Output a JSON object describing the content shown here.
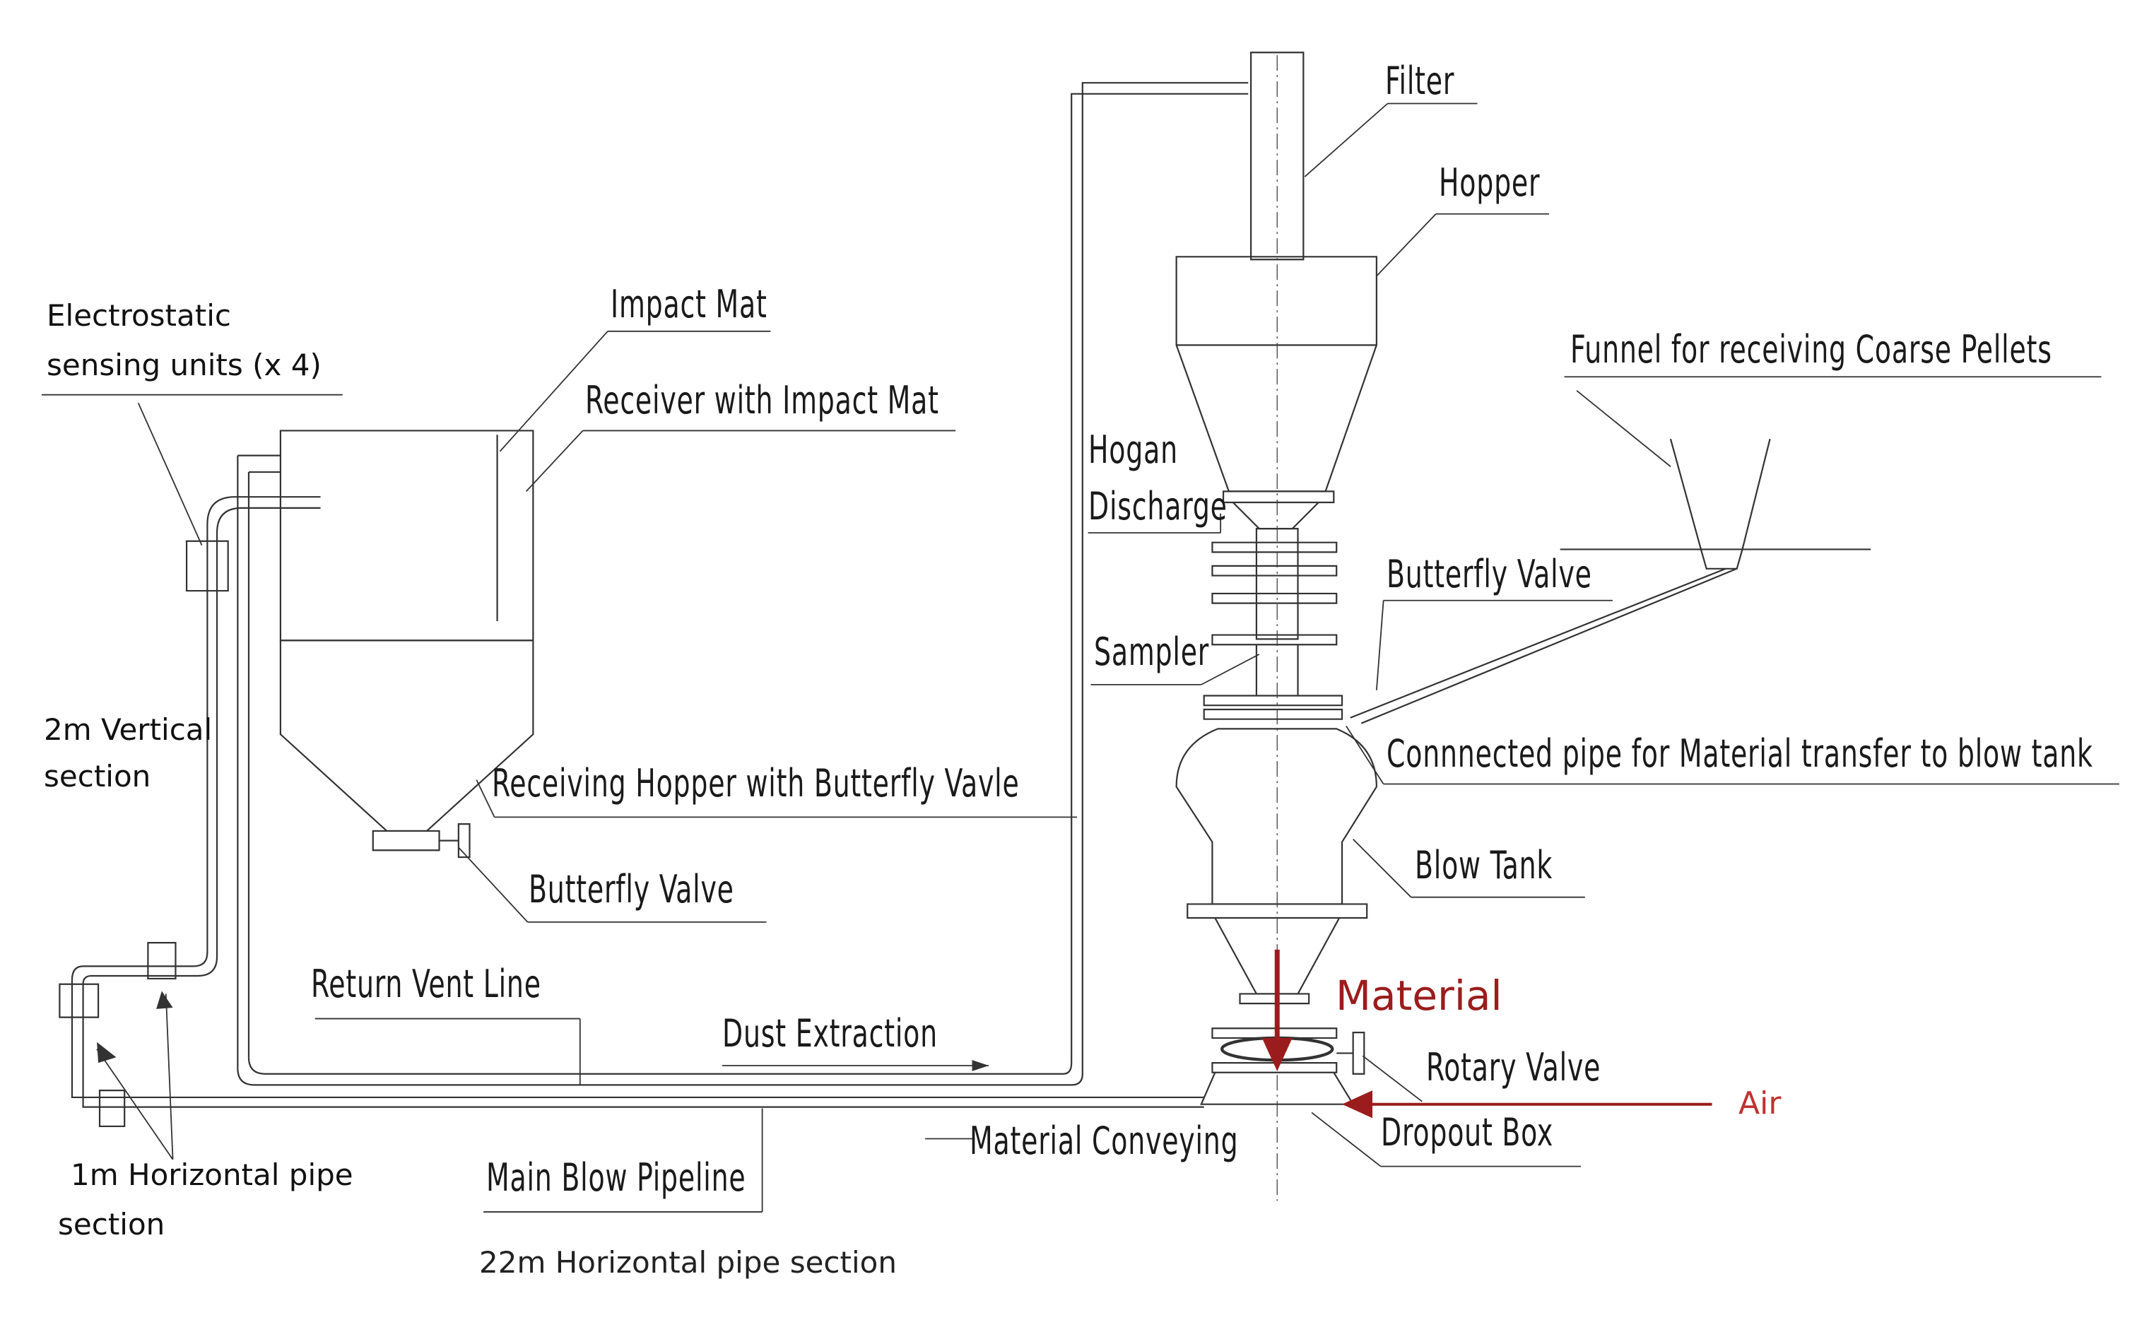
{
  "labels": {
    "filter": "Filter",
    "hopper": "Hopper",
    "impact_mat": "Impact Mat",
    "receiver": "Receiver with Impact Mat",
    "funnel": "Funnel for receiving Coarse Pellets",
    "hogan_1": "Hogan",
    "hogan_2": "Discharge",
    "butterfly_valve_top": "Butterfly Valve",
    "sampler": "Sampler",
    "connected_pipe": "Connnected pipe for Material transfer to blow tank",
    "receiving_hopper": "Receiving Hopper with Butterfly Vavle",
    "butterfly_valve_bottom": "Butterfly Valve",
    "blow_tank": "Blow Tank",
    "return_vent": "Return Vent Line",
    "dust_extraction": "Dust Extraction",
    "rotary_valve": "Rotary Valve",
    "material_conveying": "Material Conveying",
    "dropout_box": "Dropout Box",
    "main_blow": "Main Blow Pipeline"
  },
  "notes": {
    "sensing_1": "Electrostatic",
    "sensing_2": "sensing units (x 4)",
    "vertical_1": "2m Vertical",
    "vertical_2": "section",
    "horizontal_1": "1m Horizontal pipe",
    "horizontal_2": "section",
    "horizontal_22": "22m Horizontal pipe section"
  },
  "flows": {
    "material": "Material",
    "air": "Air"
  },
  "colors": {
    "line": "#333333",
    "flow_arrow": "#9b1c1c"
  }
}
